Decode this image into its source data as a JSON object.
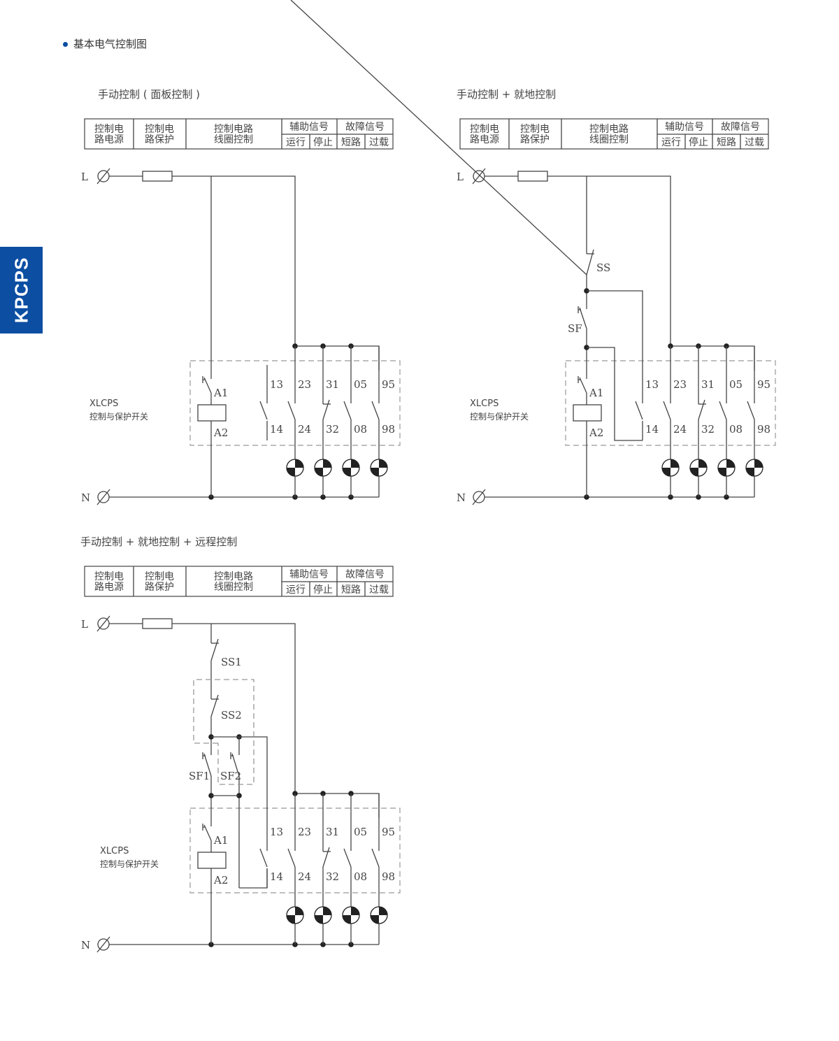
{
  "side_tab": "KPCPS",
  "heading": "基本电气控制图",
  "table": {
    "col1": [
      "控制电",
      "路电源"
    ],
    "col2": [
      "控制电",
      "路保护"
    ],
    "col3": [
      "控制电路",
      "线圈控制"
    ],
    "aux": "辅助信号",
    "fault": "故障信号",
    "run": "运行",
    "stop": "停止",
    "short": "短路",
    "overload": "过载"
  },
  "lines": {
    "L": "L",
    "N": "N"
  },
  "device": {
    "name": "XLCPS",
    "desc": "控制与保护开关"
  },
  "coil": {
    "a1": "A1",
    "a2": "A2"
  },
  "terminals": [
    [
      "13",
      "14"
    ],
    [
      "23",
      "24"
    ],
    [
      "31",
      "32"
    ],
    [
      "05",
      "08"
    ],
    [
      "95",
      "98"
    ]
  ],
  "diagrams": [
    {
      "title": "手动控制 ( 面板控制 )"
    },
    {
      "title": "手动控制 + 就地控制",
      "ss": "SS",
      "sf": "SF"
    },
    {
      "title": "手动控制 + 就地控制 + 远程控制",
      "ss1": "SS1",
      "ss2": "SS2",
      "sf1": "SF1",
      "sf2": "SF2"
    }
  ],
  "colors": {
    "line": "#444444",
    "brand": "#0b4ea2"
  }
}
